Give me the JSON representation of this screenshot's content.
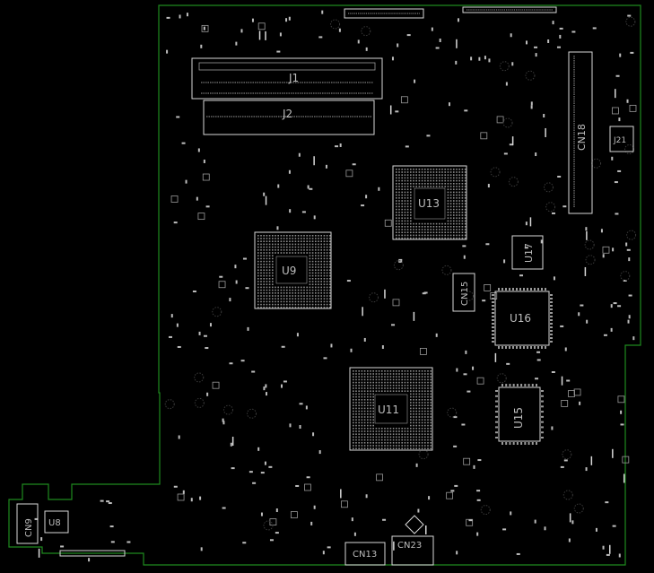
{
  "view": {
    "background": "#000000",
    "outline_color": "#1f8a1f",
    "silk_color": "#d8d8d8",
    "pad_color": "#9a9a9a",
    "label_color": "#bdbdbd"
  },
  "components": {
    "J1": "J1",
    "J2": "J2",
    "U13": "U13",
    "U9": "U9",
    "U17": "U17",
    "U16": "U16",
    "U15": "U15",
    "U11": "U11",
    "CN18": "CN18",
    "CN15": "CN15",
    "CN13": "CN13",
    "CN23": "CN23",
    "CN9": "CN9",
    "U8": "U8",
    "J21": "J21"
  }
}
